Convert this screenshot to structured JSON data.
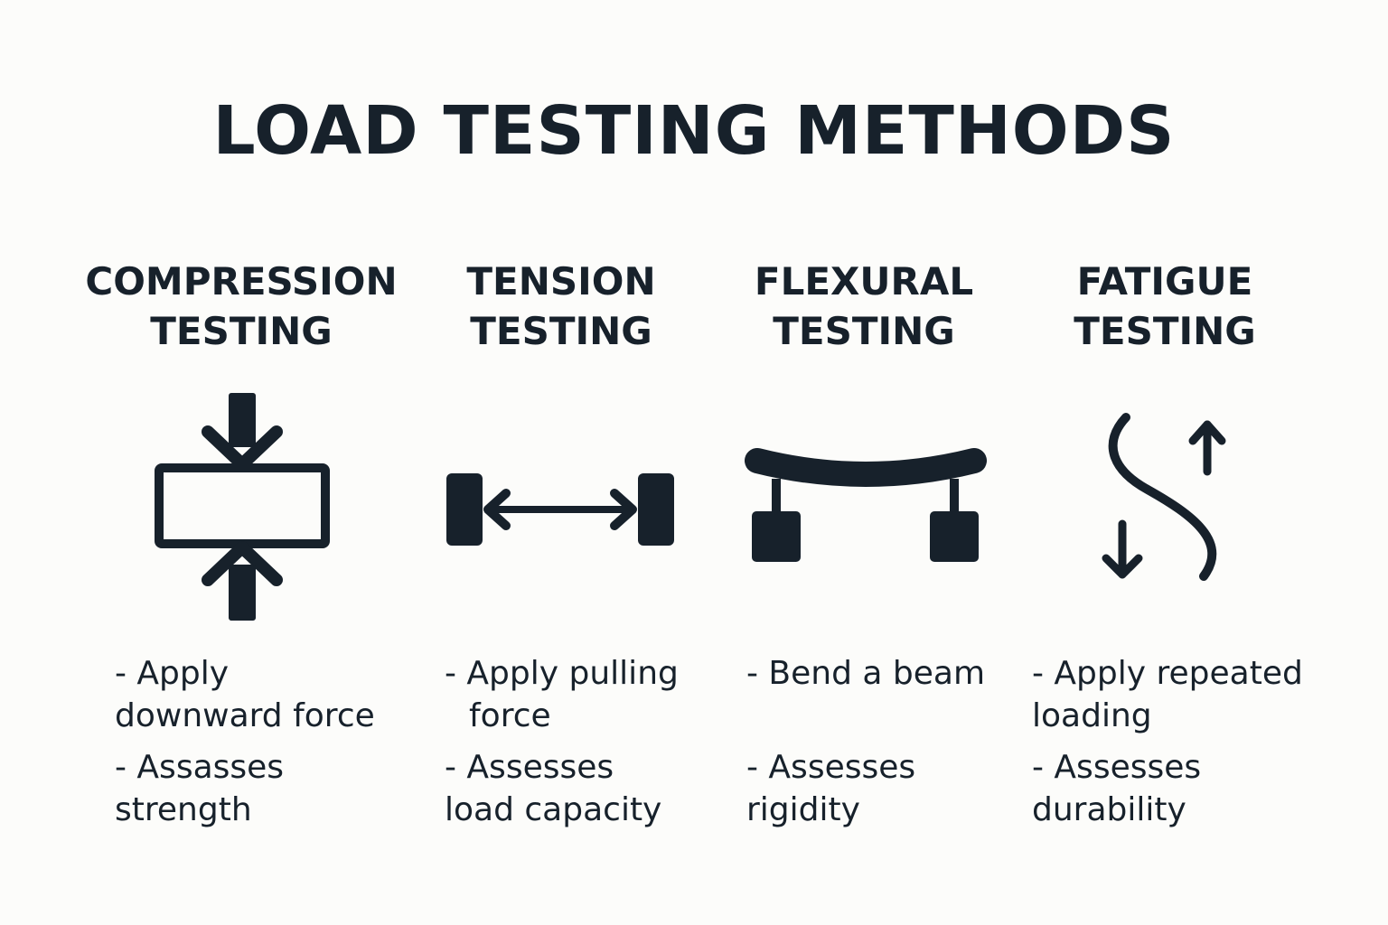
{
  "title": "LOAD TESTING METHODS",
  "methods": [
    {
      "heading_1": "COMPRESSION",
      "heading_2": "TESTING",
      "icon": "compression-icon",
      "bullets": [
        "- Apply downward force",
        "- Assasses strength"
      ]
    },
    {
      "heading_1": "TENSION",
      "heading_2": "TESTING",
      "icon": "tension-icon",
      "bullets": [
        "- Apply pulling force",
        "- Assesses load capacity"
      ]
    },
    {
      "heading_1": "FLEXURAL",
      "heading_2": "TESTING",
      "icon": "flexural-beam-icon",
      "bullets": [
        "- Bend a beam",
        "- Assesses rigidity"
      ]
    },
    {
      "heading_1": "FATIGUE",
      "heading_2": "TESTING",
      "icon": "fatigue-cycle-icon",
      "bullets": [
        "- Apply repeated loading",
        "- Assesses durability"
      ]
    }
  ],
  "colors": {
    "background": "#fcfcfa",
    "ink": "#17212b"
  }
}
